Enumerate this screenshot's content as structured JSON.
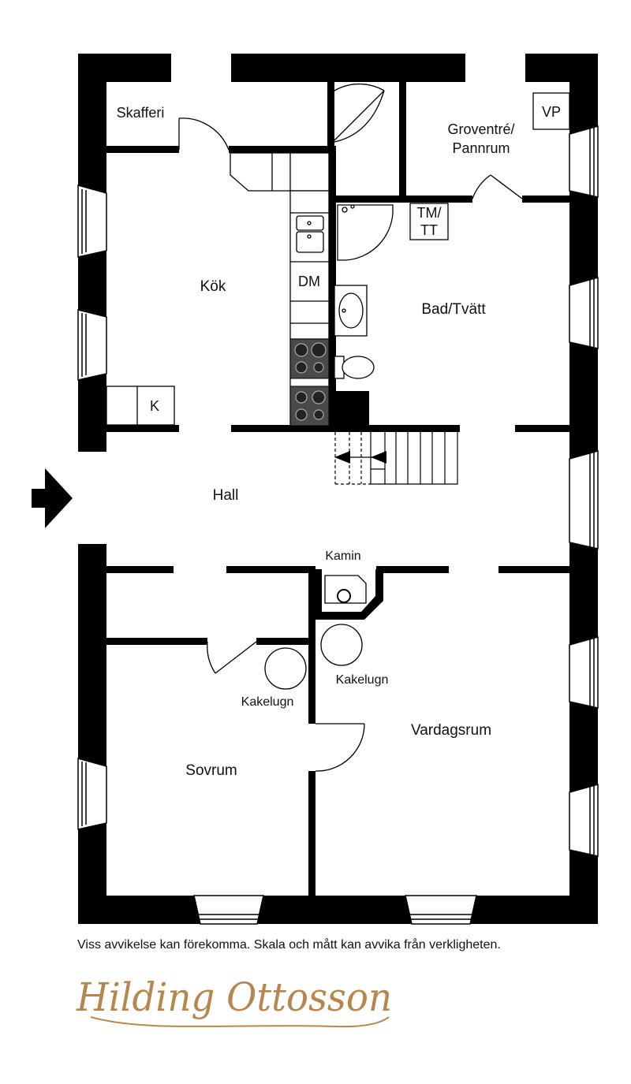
{
  "rooms": {
    "skafferi": "Skafferi",
    "groventre_1": "Groventré/",
    "groventre_2": "Pannrum",
    "vp": "VP",
    "tm_1": "TM/",
    "tm_2": "TT",
    "kok": "Kök",
    "dm": "DM",
    "bad": "Bad/Tvätt",
    "k": "K",
    "hall": "Hall",
    "kamin": "Kamin",
    "kakelugn_left": "Kakelugn",
    "kakelugn_right": "Kakelugn",
    "vardagsrum": "Vardagsrum",
    "sovrum": "Sovrum"
  },
  "disclaimer": "Viss avvikelse kan förekomma. Skala och mått kan avvika från verkligheten.",
  "brand": {
    "name": "Hilding Ottosson",
    "color": "#b5874f"
  },
  "colors": {
    "wall": "#000000",
    "window": "#ffffff",
    "stove": "#4a4a4a"
  }
}
